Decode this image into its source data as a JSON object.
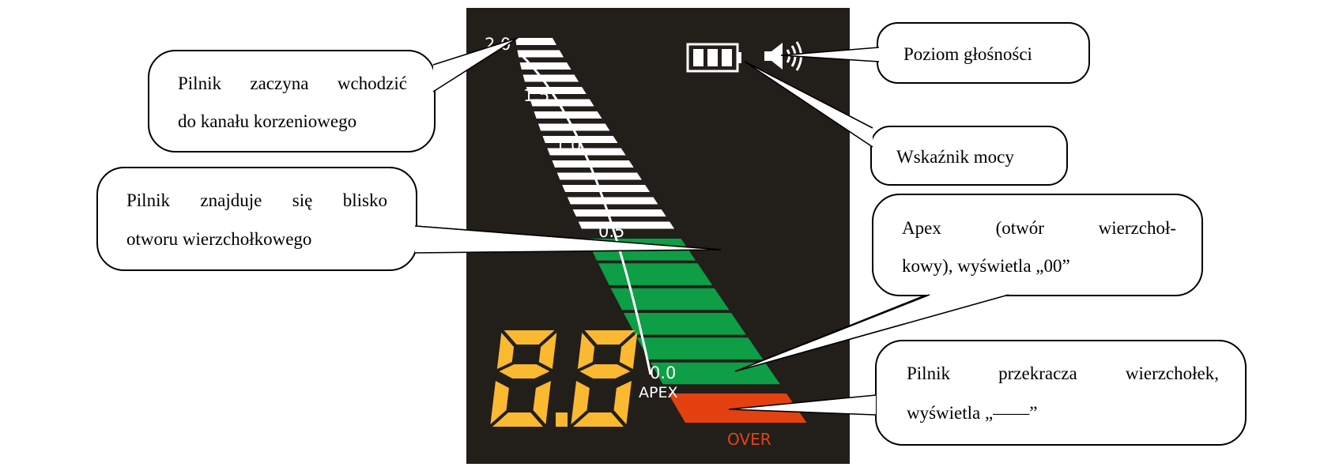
{
  "display": {
    "scale_marks": [
      "2.0",
      "1.5",
      "1.0",
      "0.5",
      "0.0"
    ],
    "apex_label": "APEX",
    "over_label": "OVER",
    "digit_readout": "8.8",
    "white_segments": 16,
    "green_segments": 6,
    "red_segments": 1,
    "icons": [
      "battery-icon",
      "speaker-icon"
    ],
    "colors": {
      "screen": "#221f1b",
      "white_bar": "#ffffff",
      "green_bar": "#0d9e46",
      "red_bar": "#e3410f",
      "digits": "#fbb931",
      "over_text": "#e2421a"
    }
  },
  "callouts": {
    "file_entering": {
      "line1": [
        "Pilnik",
        "zaczyna",
        "wchodzić"
      ],
      "line2": "do kanału korzeniowego"
    },
    "file_near_apex": {
      "line1": [
        "Pilnik",
        "znajduje",
        "się",
        "blisko"
      ],
      "line2": "otworu wierzchołkowego"
    },
    "volume_level": {
      "text": "Poziom głośności"
    },
    "power_indicator": {
      "text": "Wskaźnik mocy"
    },
    "apex": {
      "line1": [
        "Apex",
        "(otwór",
        "wierzchoł-"
      ],
      "line2": "kowy), wyświetla „00”"
    },
    "over_apex": {
      "line1": [
        "Pilnik",
        "przekracza",
        "wierzchołek,"
      ],
      "line2": "wyświetla „——”"
    }
  }
}
